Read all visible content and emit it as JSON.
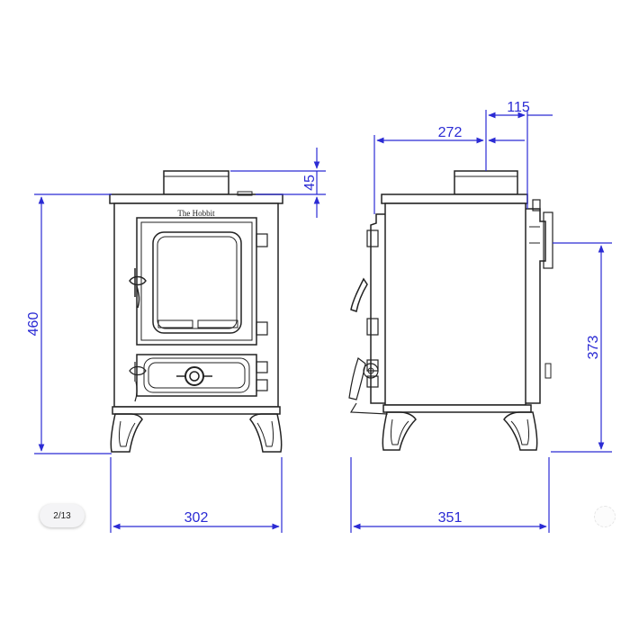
{
  "viewer": {
    "page_indicator": "2/13"
  },
  "product": {
    "name": "The Hobbit"
  },
  "dimensions": {
    "front_height": "460",
    "front_width": "302",
    "flue_collar_height": "45",
    "side_depth": "351",
    "flue_center_to_front": "272",
    "flue_center_to_back": "115",
    "flue_outlet_height": "373"
  },
  "colors": {
    "dimension_line": "#2b2bd4",
    "drawing_line": "#222222"
  }
}
